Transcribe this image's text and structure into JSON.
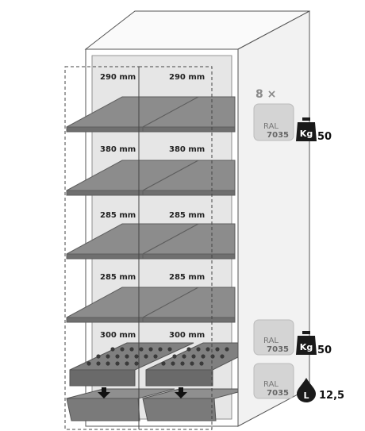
{
  "shelf_depths": [
    {
      "left": "290 mm",
      "right": "290 mm"
    },
    {
      "left": "380 mm",
      "right": "380 mm"
    },
    {
      "left": "285 mm",
      "right": "285 mm"
    },
    {
      "left": "285 mm",
      "right": "285 mm"
    },
    {
      "left": "300 mm",
      "right": "300 mm"
    }
  ],
  "accessories": {
    "shelf_count": "8 ×",
    "tray_color_label": "RAL",
    "tray_color_code": "7035",
    "top_tray": {
      "weight_icon_label": "Kg",
      "load": "50"
    },
    "bottom_shelf": {
      "weight_icon_label": "Kg",
      "load": "50"
    },
    "sump": {
      "volume_icon_label": "L",
      "volume": "12,5"
    }
  },
  "colors": {
    "shelf": "#8c8c8c",
    "shelf_edge": "#5e5e5e",
    "cabinet_back": "#e6e6e6",
    "ral_tile": "#d4d4d4",
    "icon": "#1a1a1a"
  },
  "icons": [
    "weight-kg-icon",
    "liquid-drop-icon",
    "down-arrow-icon"
  ]
}
